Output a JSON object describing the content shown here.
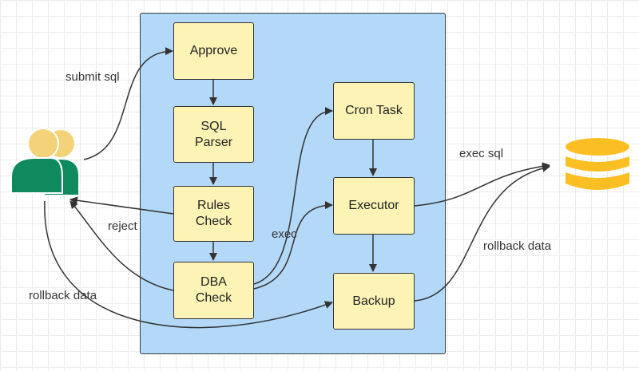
{
  "nodes": {
    "approve": "Approve",
    "sql_parser": "SQL\nParser",
    "rules_check": "Rules\nCheck",
    "dba_check": "DBA\nCheck",
    "cron_task": "Cron Task",
    "executor": "Executor",
    "backup": "Backup"
  },
  "edge_labels": {
    "submit_sql": "submit sql",
    "reject": "reject",
    "exec": "exec",
    "exec_sql": "exec sql",
    "rollback_data_right": "rollback data",
    "rollback_data_left": "rollback data"
  },
  "icons": {
    "users": "users-icon",
    "database": "database-icon"
  },
  "colors": {
    "container_fill": "#b3d8f8",
    "node_fill": "#fdf3b5",
    "user_head": "#f4d27a",
    "user_body": "#0f8a5f",
    "database": "#fbbf24"
  }
}
